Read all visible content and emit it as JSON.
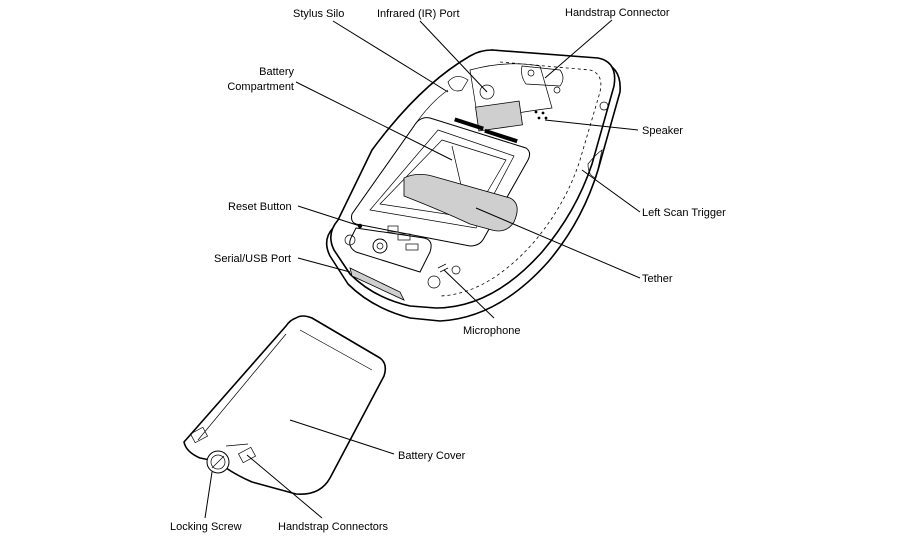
{
  "labels": {
    "stylus_silo": "Stylus Silo",
    "infrared_port": "Infrared (IR) Port",
    "handstrap_connector": "Handstrap Connector",
    "battery_line1": "Battery",
    "battery_line2": "Compartment",
    "speaker": "Speaker",
    "reset_button": "Reset Button",
    "left_scan_trigger": "Left Scan Trigger",
    "serial_usb_port": "Serial/USB Port",
    "tether": "Tether",
    "microphone": "Microphone",
    "battery_cover": "Battery Cover",
    "locking_screw": "Locking Screw",
    "handstrap_connectors": "Handstrap Connectors"
  }
}
